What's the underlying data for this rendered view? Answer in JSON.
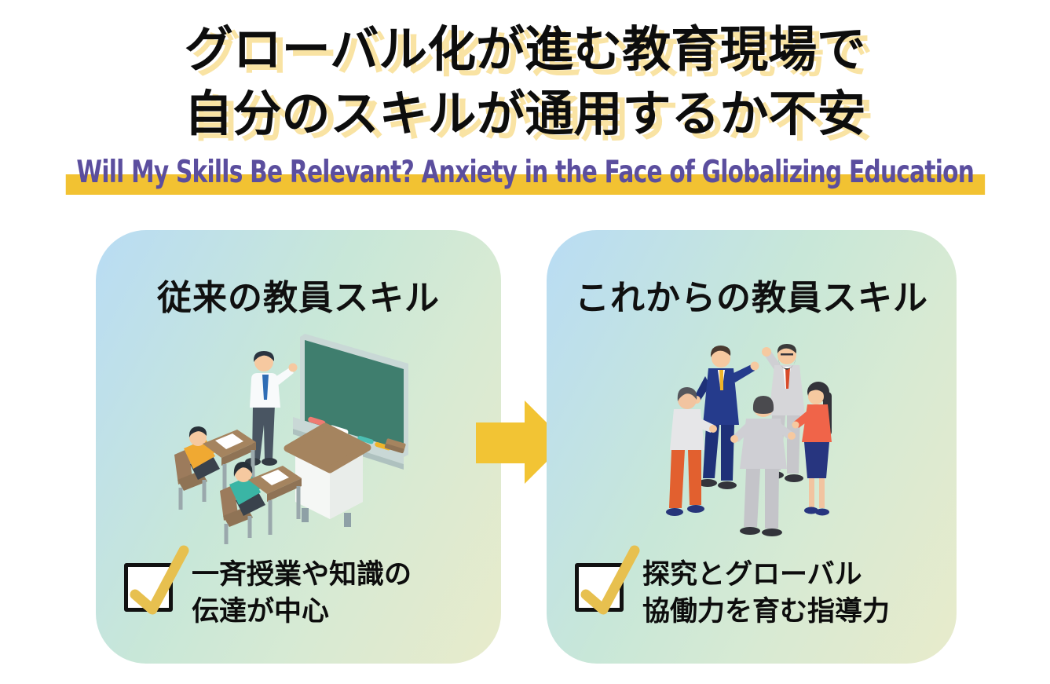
{
  "title": {
    "line1": "グローバル化が進む教育現場で",
    "line2": "自分のスキルが通用するか不安",
    "text_color": "#0D0D0D",
    "shadow_color": "#F9E3A3"
  },
  "subtitle": {
    "text": "Will My Skills Be Relevant? Anxiety in the Face of Globalizing Education",
    "text_color": "#5B4E9E",
    "highlight_color": "#F2C232"
  },
  "arrow": {
    "icon": "arrow-right-icon",
    "color": "#F2C434"
  },
  "cards": {
    "gradient_colors": [
      "#B9DCF4",
      "#C8E7D8",
      "#E8EBCB"
    ],
    "check_color": "#E7C04F",
    "checkbox_border_color": "#111111",
    "left": {
      "heading": "従来の教員スキル",
      "illustration": "classroom-lecture-illustration",
      "checklist_line1": "一斉授業や知識の",
      "checklist_line2": "伝達が中心"
    },
    "right": {
      "heading": "これからの教員スキル",
      "illustration": "group-collaboration-illustration",
      "checklist_line1": "探究とグローバル",
      "checklist_line2": "協働力を育む指導力"
    }
  }
}
